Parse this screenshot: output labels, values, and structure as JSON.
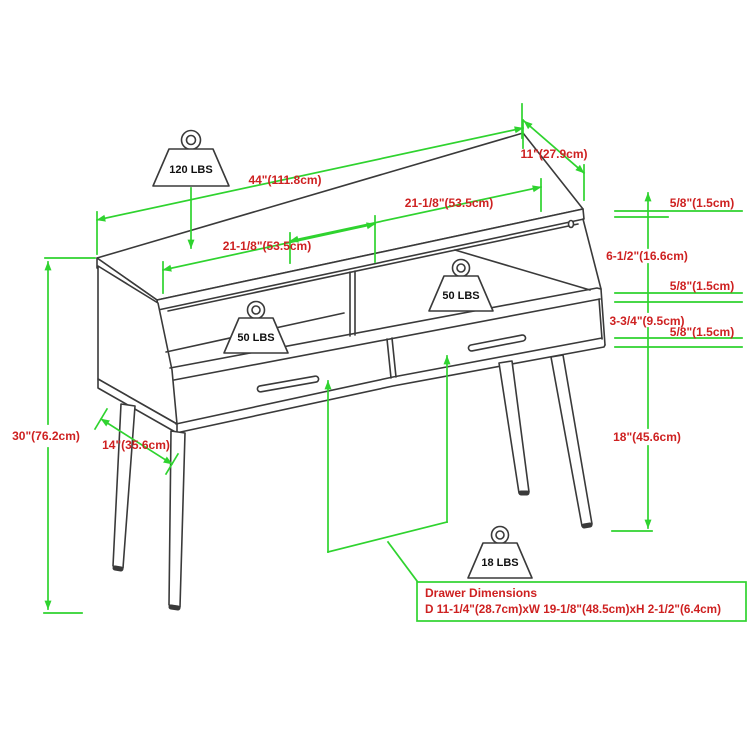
{
  "figure": {
    "description": "Furniture dimension diagram of a mid-century console table with two open cubbies, two drawers and splayed legs",
    "labels": {
      "top_width": "44\"(111.8cm)",
      "top_depth": "11\"(27.9cm)",
      "opening_width_right": "21-1/8\"(53.5cm)",
      "opening_width_left": "21-1/8\"(53.5cm)",
      "top_thickness": "5/8\"(1.5cm)",
      "opening_height": "6-1/2\"(16.6cm)",
      "shelf_thickness": "5/8\"(1.5cm)",
      "drawer_face_height": "3-3/4\"(9.5cm)",
      "bottom_thickness": "5/8\"(1.5cm)",
      "leg_height": "18\"(45.6cm)",
      "overall_height": "30\"(76.2cm)",
      "overall_depth": "14\"(35.6cm)"
    },
    "weights": {
      "top_capacity": "120 LBS",
      "left_cubby_capacity": "50 LBS",
      "right_cubby_capacity": "50 LBS",
      "drawer_capacity": "18 LBS"
    },
    "drawer_box": {
      "title": "Drawer Dimensions",
      "dimensions": "D 11-1/4\"(28.7cm)xW 19-1/8\"(48.5cm)xH 2-1/2\"(6.4cm)"
    },
    "colors": {
      "dimension_line": "#2fd32f",
      "label_text": "#ce2121",
      "drawing_line": "#3a3a3a"
    }
  }
}
